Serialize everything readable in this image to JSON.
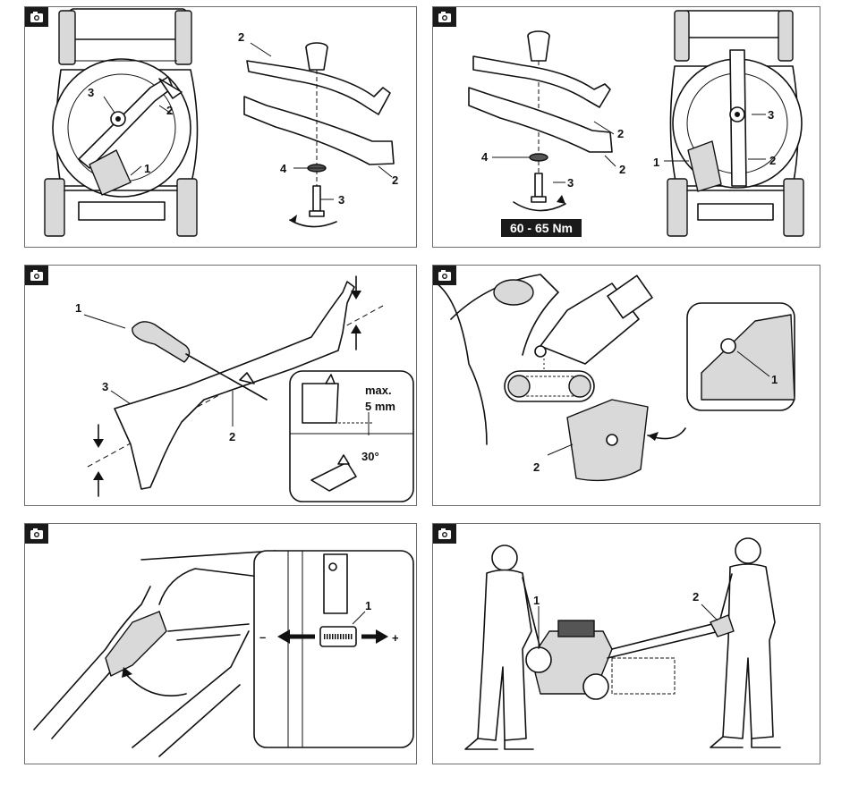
{
  "panels": [
    {
      "id": "p1",
      "icon": "camera-icon",
      "labels": {
        "n1": "1",
        "n2a": "2",
        "n2b": "2",
        "n2c": "2",
        "n3a": "3",
        "n3b": "3",
        "n4": "4"
      }
    },
    {
      "id": "p2",
      "icon": "camera-icon",
      "torque": "60 - 65 Nm",
      "labels": {
        "n1": "1",
        "n2a": "2",
        "n2b": "2",
        "n2c": "2",
        "n3a": "3",
        "n3b": "3",
        "n4": "4"
      }
    },
    {
      "id": "p3",
      "icon": "camera-icon",
      "max_label": "max.",
      "mm_label": "5 mm",
      "angle_label": "30°",
      "labels": {
        "n1": "1",
        "n2": "2",
        "n3": "3"
      }
    },
    {
      "id": "p4",
      "icon": "camera-icon",
      "labels": {
        "n1": "1",
        "n2": "2"
      }
    },
    {
      "id": "p5",
      "icon": "camera-icon",
      "minus": "–",
      "plus": "+",
      "labels": {
        "n1": "1"
      }
    },
    {
      "id": "p6",
      "icon": "camera-icon",
      "labels": {
        "n1": "1",
        "n2": "2"
      }
    }
  ],
  "colors": {
    "line": "#111111",
    "frame": "#6e6e6e",
    "icon_bg": "#1a1a1a",
    "torque_bg": "#1a1a1a"
  }
}
